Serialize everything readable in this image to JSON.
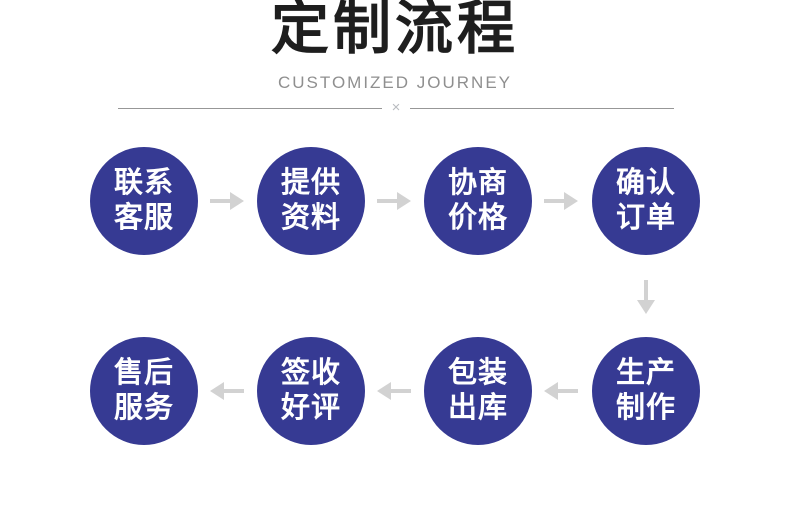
{
  "header": {
    "title": "定制流程",
    "subtitle": "CUSTOMIZED JOURNEY",
    "divider_symbol": "×"
  },
  "flow": {
    "rows": [
      {
        "direction": "right",
        "steps": [
          {
            "label": "联系\n客服"
          },
          {
            "label": "提供\n资料"
          },
          {
            "label": "协商\n价格"
          },
          {
            "label": "确认\n订单"
          }
        ]
      },
      {
        "direction": "left",
        "steps": [
          {
            "label": "售后\n服务"
          },
          {
            "label": "签收\n好评"
          },
          {
            "label": "包装\n出库"
          },
          {
            "label": "生产\n制作"
          }
        ]
      }
    ]
  },
  "icons": {
    "arrow_right": "→",
    "arrow_down": "↓",
    "arrow_left": "←"
  },
  "colors": {
    "circle_blue": "#363a93",
    "circle_text": "#ffffff",
    "arrow_gray": "#d2d2d2",
    "title_black": "#1e1e1e",
    "subtitle_gray": "#8f8f8f",
    "divider_line_gray": "#979797",
    "divider_x_gray": "#b9bcc0",
    "background": "#ffffff"
  }
}
